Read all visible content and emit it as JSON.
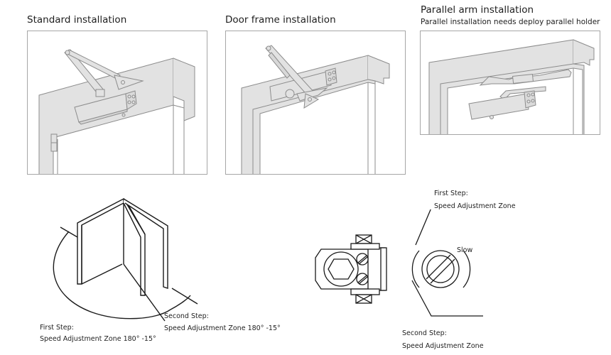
{
  "panels": [
    {
      "id": "standard",
      "title": "Standard installation"
    },
    {
      "id": "door-frame",
      "title": "Door frame installation"
    },
    {
      "id": "parallel-arm",
      "title": "Parallel arm installation",
      "subtitle": "Parallel installation needs deploy parallel holder"
    }
  ],
  "door_diagram": {
    "first_step": {
      "label": "First Step:",
      "desc": "Speed Adjustment Zone 180°  -15°"
    },
    "second_step": {
      "label": "Second Step:",
      "desc": "Speed Adjustment Zone 180°  -15°"
    }
  },
  "valve_diagram": {
    "first_step": {
      "label": "First Step:",
      "desc": "Speed Adjustment Zone"
    },
    "second_step": {
      "label": "Second Step:",
      "desc": "Speed Adjustment Zone"
    },
    "slow_label": "Slow"
  },
  "colors": {
    "frame_fill": "#e2e2e2",
    "frame_stroke": "#8c8c8c",
    "panel_border": "#a6a6a6",
    "line": "#1a1a1a"
  }
}
